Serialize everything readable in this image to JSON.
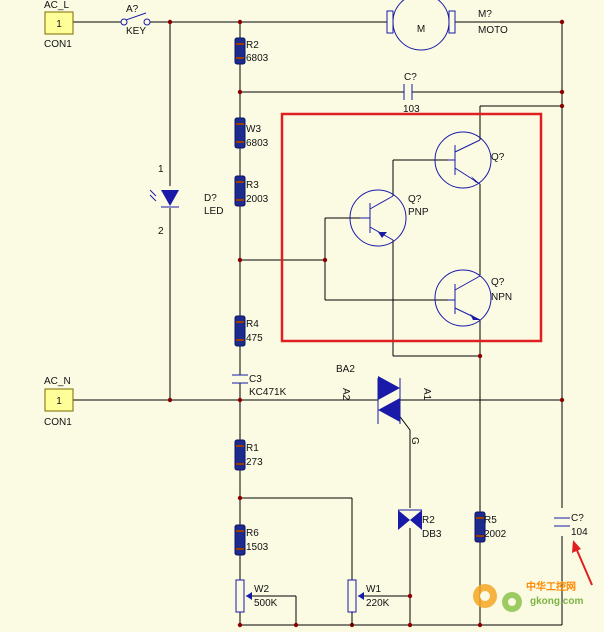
{
  "connectors": {
    "ac_l": {
      "name": "AC_L",
      "pin": "1",
      "ref": "CON1"
    },
    "ac_n": {
      "name": "AC_N",
      "pin": "1",
      "ref": "CON1"
    }
  },
  "switch": {
    "ref": "A?",
    "value": "KEY"
  },
  "motor": {
    "ref": "M?",
    "value": "MOTO",
    "symbol": "M"
  },
  "resistors": {
    "r2": {
      "ref": "R2",
      "value": "6803"
    },
    "w3": {
      "ref": "W3",
      "value": "6803"
    },
    "r3": {
      "ref": "R3",
      "value": "2003"
    },
    "r4": {
      "ref": "R4",
      "value": "475"
    },
    "r1": {
      "ref": "R1",
      "value": "273"
    },
    "r6": {
      "ref": "R6",
      "value": "1503"
    },
    "r5": {
      "ref": "R5",
      "value": "2002"
    }
  },
  "capacitors": {
    "c_top": {
      "ref": "C?",
      "value": "103"
    },
    "c3": {
      "ref": "C3",
      "value": "KC471K"
    },
    "c_right": {
      "ref": "C?",
      "value": "104"
    }
  },
  "led": {
    "ref": "D?",
    "value": "LED",
    "pin1": "1",
    "pin2": "2"
  },
  "transistors": {
    "q_top": {
      "ref": "Q?"
    },
    "q_pnp": {
      "ref": "Q?",
      "type": "PNP"
    },
    "q_npn": {
      "ref": "Q?",
      "type": "NPN"
    }
  },
  "triac": {
    "ref": "BA2",
    "pin_a1": "A1",
    "pin_a2": "A2",
    "pin_g": "G"
  },
  "diac": {
    "ref": "R2",
    "value": "DB3"
  },
  "pots": {
    "w2": {
      "ref": "W2",
      "value": "500K"
    },
    "w1": {
      "ref": "W1",
      "value": "220K"
    }
  },
  "watermark": {
    "text": "中华工控网",
    "url": "gkong.com"
  },
  "colors": {
    "highlight": "#e02020",
    "wire": "#000000",
    "component": "#1a1aa8",
    "background": "#fbfbe4"
  }
}
